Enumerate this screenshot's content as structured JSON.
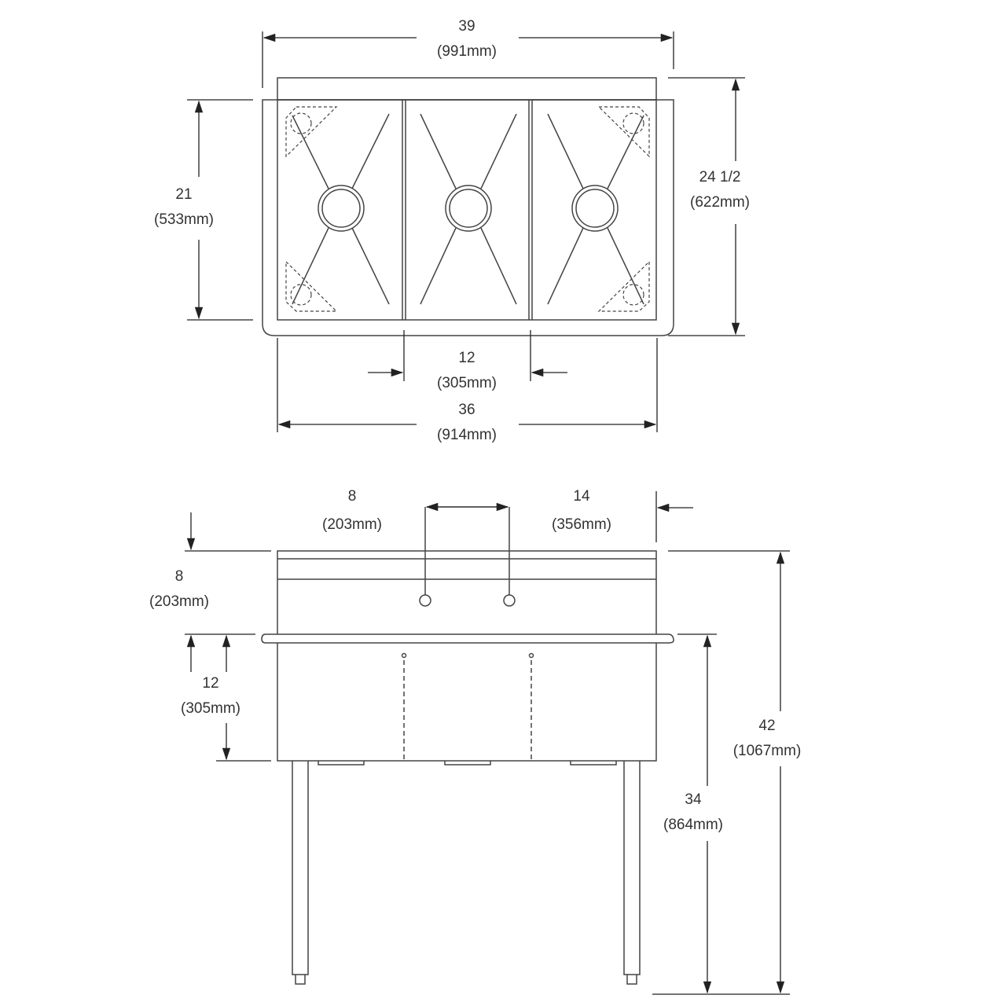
{
  "top_view": {
    "overall_width": {
      "in": "39",
      "mm": "(991mm)"
    },
    "bowl_depth": {
      "in": "21",
      "mm": "(533mm)"
    },
    "overall_depth": {
      "in": "24 1/2",
      "mm": "(622mm)"
    },
    "bowl_width": {
      "in": "12",
      "mm": "(305mm)"
    },
    "sink_width": {
      "in": "36",
      "mm": "(914mm)"
    }
  },
  "front_view": {
    "faucet_left_offset": {
      "in": "8",
      "mm": "(203mm)"
    },
    "faucet_right_offset": {
      "in": "14",
      "mm": "(356mm)"
    },
    "backsplash_height": {
      "in": "8",
      "mm": "(203mm)"
    },
    "bowl_height": {
      "in": "12",
      "mm": "(305mm)"
    },
    "rim_height": {
      "in": "34",
      "mm": "(864mm)"
    },
    "overall_height": {
      "in": "42",
      "mm": "(1067mm)"
    }
  }
}
